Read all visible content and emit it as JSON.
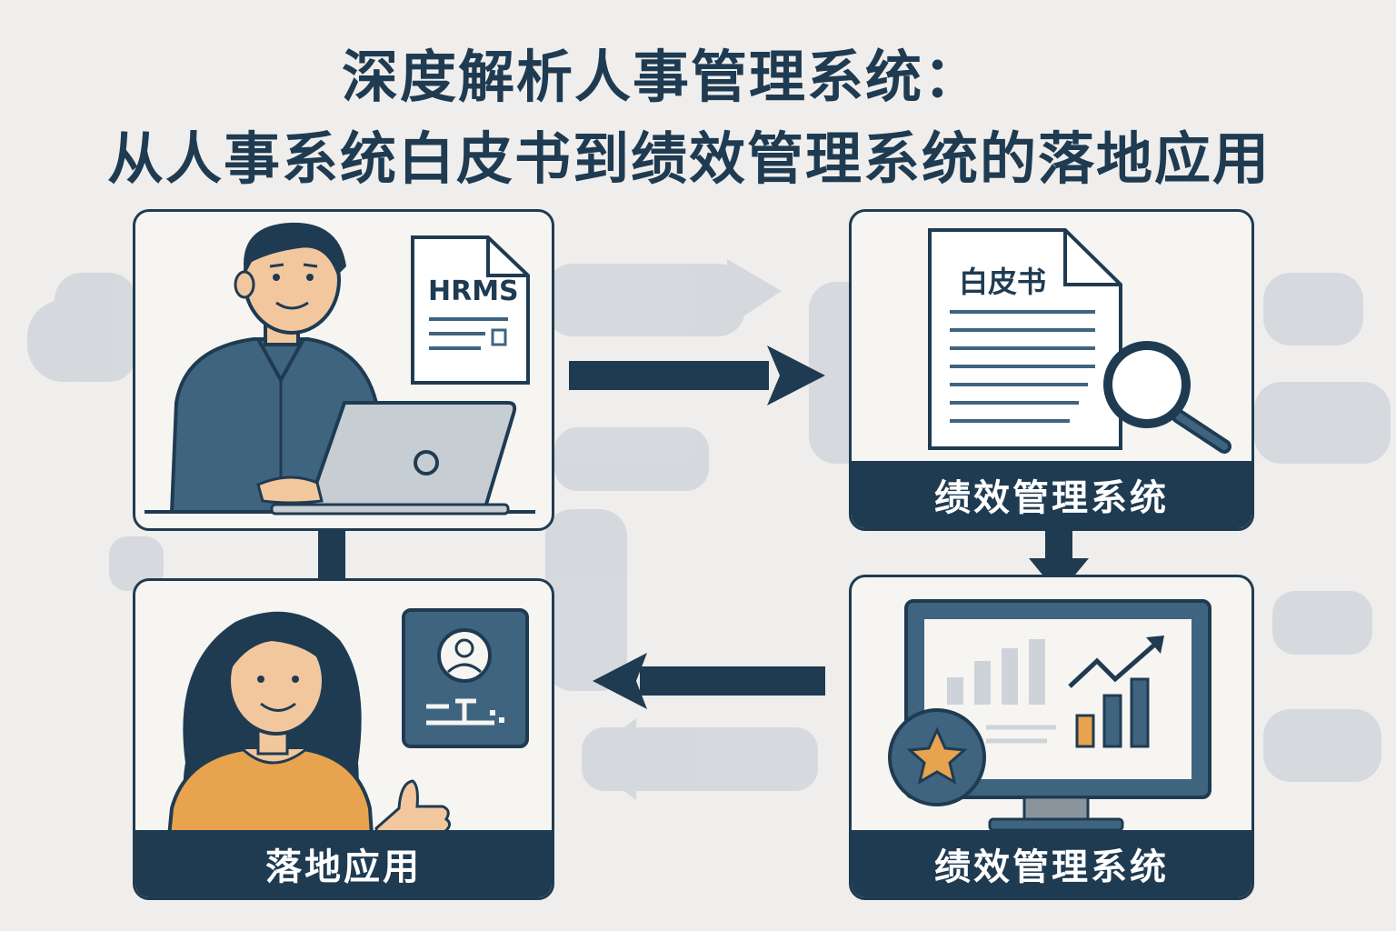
{
  "title": {
    "line1": "深度解析人事管理系统：",
    "line2": "从人事系统白皮书到绩效管理系统的落地应用"
  },
  "panels": {
    "hrms": {
      "doc_text": "HRMS",
      "icons": [
        "person-icon",
        "laptop-icon",
        "document-icon"
      ]
    },
    "whitepaper": {
      "doc_text": "白皮书",
      "label": "绩效管理系统",
      "icons": [
        "document-icon",
        "magnifier-icon"
      ]
    },
    "performance": {
      "label": "绩效管理系统",
      "icons": [
        "monitor-icon",
        "bar-chart-icon",
        "trend-arrow-icon",
        "star-badge-icon"
      ]
    },
    "landing": {
      "label": "落地应用",
      "icons": [
        "person-icon",
        "profile-card-icon",
        "thumbs-up-icon"
      ]
    }
  },
  "colors": {
    "navy": "#1f3b52",
    "steel": "#3f6480",
    "orange": "#e8a34f",
    "background": "#efeeec",
    "panel": "#f6f5f2"
  }
}
